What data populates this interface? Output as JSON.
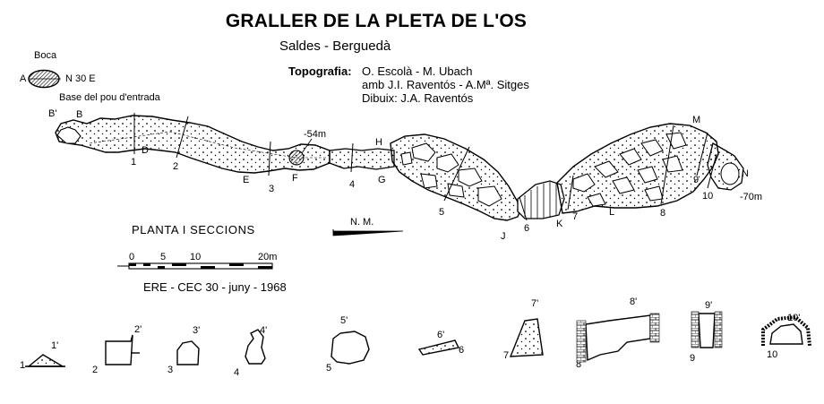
{
  "title": "GRALLER DE LA PLETA DE L'OS",
  "subtitle": "Saldes - Berguedà",
  "credits": {
    "label": "Topografia:",
    "lines": [
      "O. Escolà - M. Ubach",
      "amb J.I. Raventós - A.Mª. Sitges",
      "Dibuix: J.A. Raventós"
    ]
  },
  "inset": {
    "boca": "Boca",
    "a": "A",
    "orientation": "N 30 E",
    "base": "Base del pou d'entrada"
  },
  "plan_labels": {
    "b_prime": "B'",
    "b": "B",
    "n1": "1",
    "d": "D",
    "n2": "2",
    "e": "E",
    "n3": "3",
    "f": "F",
    "depth_54": "-54m",
    "n4": "4",
    "g": "G",
    "h": "H",
    "n5": "5",
    "j": "J",
    "n6": "6",
    "k": "K",
    "n7": "7",
    "l": "L",
    "n8": "8",
    "m": "M",
    "n9": "9",
    "n10": "10",
    "n": "N",
    "depth_70": "-70m"
  },
  "planta_label": "PLANTA   I  SECCIONS",
  "north_label": "N. M.",
  "scale": {
    "ticks": [
      "0",
      "5",
      "10",
      "20m"
    ]
  },
  "date_label": "ERE - CEC  30 - juny - 1968",
  "sections": [
    {
      "num": "1",
      "prime": "1'"
    },
    {
      "num": "2",
      "prime": "2'"
    },
    {
      "num": "3",
      "prime": "3'"
    },
    {
      "num": "4",
      "prime": "4'"
    },
    {
      "num": "5",
      "prime": "5'"
    },
    {
      "num": "6",
      "prime": "6'"
    },
    {
      "num": "7",
      "prime": "7'"
    },
    {
      "num": "8",
      "prime": "8'"
    },
    {
      "num": "9",
      "prime": "9'"
    },
    {
      "num": "10",
      "prime": "10'"
    }
  ]
}
